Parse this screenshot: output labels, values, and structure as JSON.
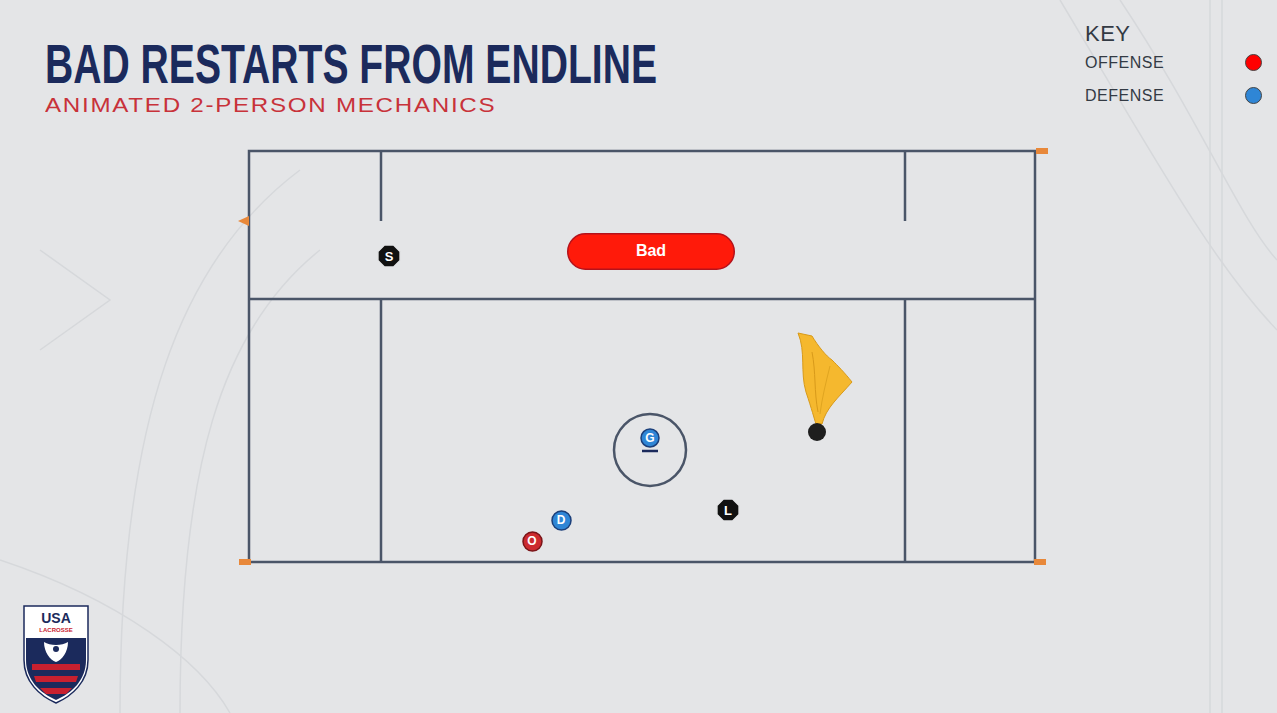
{
  "diagram": {
    "title": "BAD RESTARTS FROM ENDLINE",
    "nodes": [
      {
        "text": [
          "S"
        ]
      },
      {
        "text": [
          "Bad"
        ]
      },
      {
        "text": [
          "G"
        ]
      },
      {
        "text": [
          "L"
        ]
      },
      {
        "text": [
          "D"
        ]
      },
      {
        "text": [
          "O"
        ]
      }
    ],
    "labels": [
      "ANIMATED 2-PERSON MECHANICS",
      "KEY",
      "USA",
      "LACROSSE"
    ],
    "legend": [
      {
        "text": "OFFENSE",
        "color": "#ff0000"
      },
      {
        "text": "DEFENSE",
        "color": "#2f86d6"
      }
    ]
  }
}
